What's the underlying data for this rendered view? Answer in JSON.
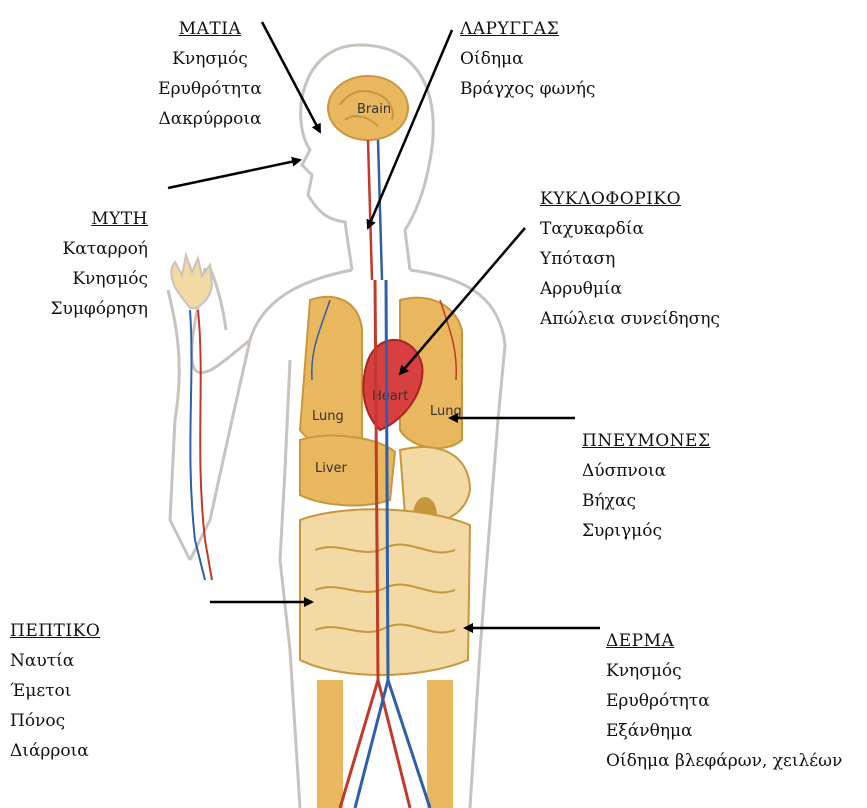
{
  "colors": {
    "body_outline": "#c9c3bd",
    "organ_fill": "#e9b75e",
    "organ_light": "#f3d9a3",
    "heart": "#d84040",
    "artery": "#c0392b",
    "vein": "#2f5fa8",
    "arrow": "#000000"
  },
  "organ_labels": {
    "brain": "Brain",
    "lung_left": "Lung",
    "heart": "Heart",
    "lung_right": "Lung",
    "liver": "Liver"
  },
  "groups": {
    "eyes": {
      "title": "ΜΑΤΙΑ",
      "items": [
        "Κνησμός",
        "Ερυθρότητα",
        "Δακρύρροια"
      ]
    },
    "larynx": {
      "title": "ΛΑΡΥΓΓΑΣ",
      "items": [
        "Οίδημα",
        "Βράγχος φωνής"
      ]
    },
    "nose": {
      "title": "ΜΥΤΗ",
      "items": [
        "Καταρροή",
        "Κνησμός",
        "Συμφόρηση"
      ]
    },
    "circulatory": {
      "title": "ΚΥΚΛΟΦΟΡΙΚΟ",
      "items": [
        "Ταχυκαρδία",
        "Υπόταση",
        "Αρρυθμία",
        "Απώλεια συνείδησης"
      ]
    },
    "lungs": {
      "title": "ΠΝΕΥΜΟΝΕΣ",
      "items": [
        "Δύσπνοια",
        "Βήχας",
        "Συριγμός"
      ]
    },
    "digestive": {
      "title": "ΠΕΠΤΙΚΟ",
      "items": [
        "Ναυτία",
        "Έμετοι",
        "Πόνος",
        "Διάρροια"
      ]
    },
    "skin": {
      "title": "ΔΕΡΜΑ",
      "items": [
        "Κνησμός",
        "Ερυθρότητα",
        "Εξάνθημα",
        "Οίδημα βλεφάρων, χειλέων"
      ]
    }
  }
}
